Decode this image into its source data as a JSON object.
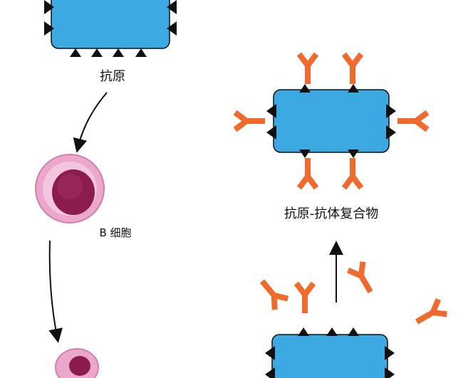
{
  "labels": {
    "antigen": "抗原",
    "b_cell": "B 细胞",
    "complex": "抗原-抗体复合物"
  },
  "colors": {
    "antigen_fill": "#3da9e3",
    "antibody": "#ef6a2c",
    "receptor": "#111111",
    "bcell_outer": "#eba7cc",
    "bcell_nucleus": "#8a1c4e"
  }
}
